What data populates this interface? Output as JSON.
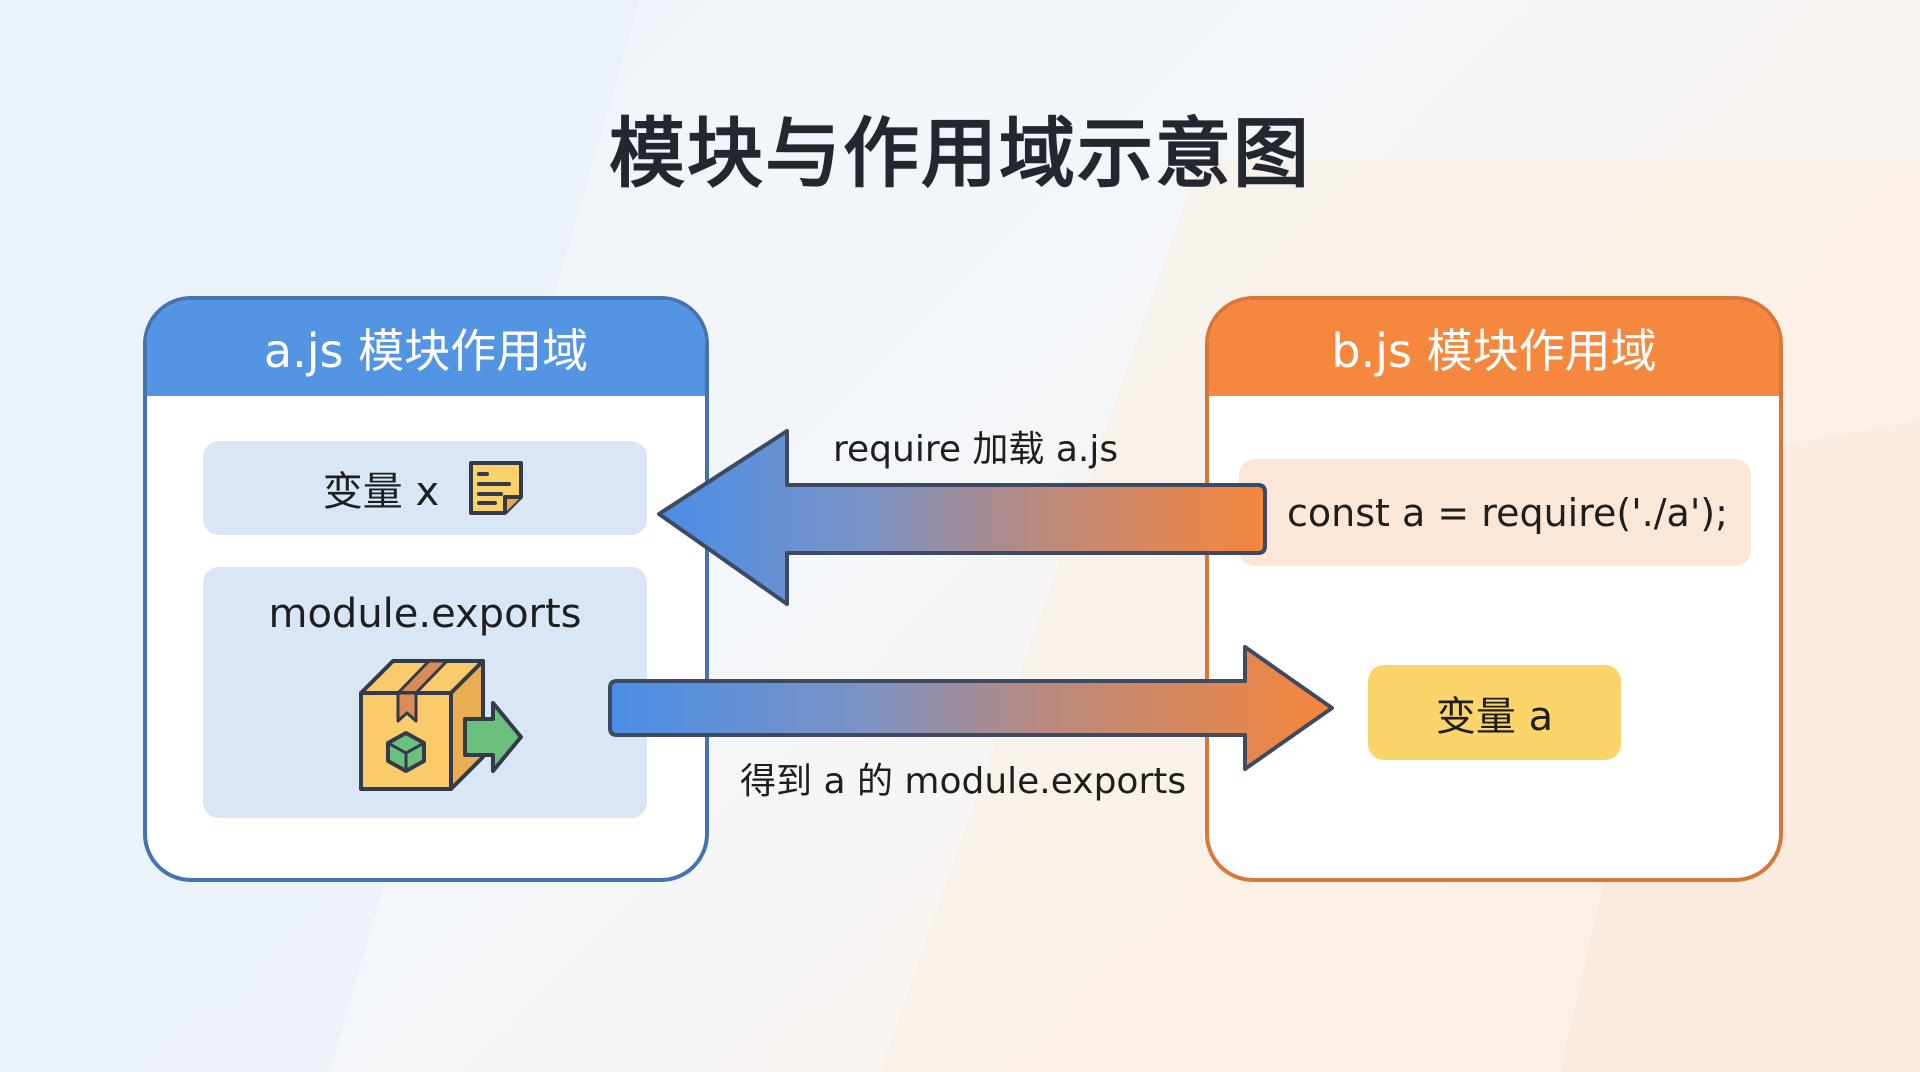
{
  "title": "模块与作用域示意图",
  "colors": {
    "blue_accent": "#5394e3",
    "blue_border": "#4472b3",
    "orange_accent": "#f5873e",
    "orange_border": "#d9763a",
    "light_blue_box": "#d8e6f6",
    "light_orange_box": "#fbe7d7",
    "yellow_box": "#fbd46a"
  },
  "left_panel": {
    "header": "a.js 模块作用域",
    "variable_box": {
      "label": "变量 x",
      "icon": "note-icon"
    },
    "exports_box": {
      "label": "module.exports",
      "icon": "package-export-icon"
    }
  },
  "right_panel": {
    "header": "b.js 模块作用域",
    "code_line": "const a = require('./a');",
    "variable_box": {
      "label": "变量 a"
    }
  },
  "arrows": {
    "top": {
      "label": "require 加载 a.js",
      "direction": "right-to-left"
    },
    "bottom": {
      "label": "得到 a 的 module.exports",
      "direction": "left-to-right"
    }
  }
}
